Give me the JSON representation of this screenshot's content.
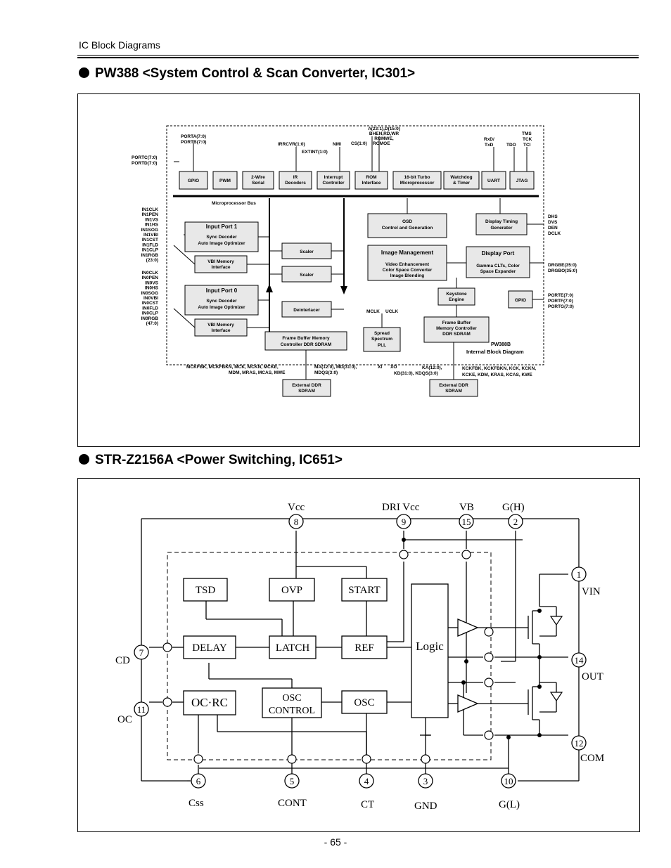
{
  "header": {
    "title": "IC Block Diagrams"
  },
  "section1": {
    "title": "PW388 <System Control & Scan Converter, IC301>",
    "blocks": {
      "gpio": "GPIO",
      "pwm": "PWM",
      "two_wire_1": "2-Wire",
      "two_wire_2": "Serial",
      "ir_1": "IR",
      "ir_2": "Decoders",
      "int_1": "Interrupt",
      "int_2": "Controller",
      "rom_1": "ROM",
      "rom_2": "Interface",
      "micro_1": "16-bit Turbo",
      "micro_2": "Microprocessor",
      "wd_1": "Watchdog",
      "wd_2": "& Timer",
      "uart": "UART",
      "jtag": "JTAG",
      "mbus": "Microprocessor Bus",
      "in1_1": "Input  Port 1",
      "in1_2": "Sync Decoder",
      "in1_3": "Auto Image Optimizer",
      "vbi1_1": "VBI Memory",
      "vbi1_2": "Interface",
      "in0_1": "Input Port 0",
      "in0_2": "Sync Decoder",
      "in0_3": "Auto Image Optimizer",
      "vbi0_1": "VBI Memory",
      "vbi0_2": "Interface",
      "scaler1": "Scaler",
      "scaler2": "Scaler",
      "deint": "Deinterlacer",
      "fbm1_1": "Frame Buffer Memory",
      "fbm1_2": "Controller DDR SDRAM",
      "osd_1": "OSD",
      "osd_2": "Control and Generation",
      "dtg_1": "Display Timing",
      "dtg_2": "Generator",
      "img_1": "Image Management",
      "img_2": "Video Enhancement",
      "img_3": "Color Space Converter",
      "img_4": "Image Blending",
      "dp_1": "Display Port",
      "dp_2": "Gamma CLTs, Color",
      "dp_3": "Space Expander",
      "ks_1": "Keystone",
      "ks_2": "Engine",
      "gpio2": "GPIO",
      "ss_1": "Spread",
      "ss_2": "Spectrum",
      "ss_3": "PLL",
      "fbm2_1": "Frame Buffer",
      "fbm2_2": "Memory Controller",
      "fbm2_3": "DDR SDRAM",
      "ext1_1": "External DDR",
      "ext1_2": "SDRAM",
      "ext2_1": "External DDR",
      "ext2_2": "SDRAM",
      "chip_1": "PW388B",
      "chip_2": "Internal Block Diagram"
    },
    "signals": {
      "porta": "PORTA(7:0)",
      "portb": "PORTB(7:0)",
      "portc": "PORTC(7:0)",
      "portd": "PORTD(7:0)",
      "irrcvr": "IRRCVR(1:0)",
      "nmi": "NMI",
      "extint": "EXTINT(1:0)",
      "addr_1": "A(23:1),D(15:0)",
      "addr_2": "BHEN,RD,WR",
      "addr_3": "ROMWE,",
      "cs": "CS(1:0)",
      "romoe": "ROMOE",
      "rxd": "RxD/",
      "txd": "TxD",
      "tdo": "TDO",
      "tms": "TMS",
      "tck": "TCK",
      "tci": "TCI",
      "in1": [
        "IN1CLK",
        "IN1PEN",
        "IN1VS",
        "IN1HS",
        "IN1SOG",
        "IN1VBI",
        "IN1CST",
        "IN1FLD",
        "IN1CLP",
        "IN1RGB",
        "(23:0)"
      ],
      "in0": [
        "IN0CLK",
        "IN0PEN",
        "IN0VS",
        "IN0HS",
        "IN0SOG",
        "IN0VBI",
        "IN0CST",
        "IN0FLD",
        "IN0CLP",
        "IN0RGB",
        "(47:0)"
      ],
      "right1": [
        "DHS",
        "DVS",
        "DEN",
        "DCLK"
      ],
      "right2": [
        "DRGBE(35:0)",
        "DRGBO(35:0)"
      ],
      "right3": [
        "PORTE(7:0)",
        "PORTF(7:0)",
        "PORTG(7:0)"
      ],
      "mclk": "MCLK",
      "uclk": "UCLK",
      "bot_l1": "MCKFBK, MCKFBKN, MCK, MCKN, MCKE,",
      "bot_l2": "MDM, MRAS, MCAS, MWE",
      "bot_m1": "MA(12:0), MD(31:0),",
      "bot_m2": "MDQS(3:0)",
      "xi": "XI",
      "xo": "XO",
      "bot_k1": "KA(12:0),",
      "bot_k2": "KD(31:0), KDQS(3:0)",
      "bot_r1": "KCKFBK, KCKFBKN, KCK, KCKN,",
      "bot_r2": "KCKE, KDM, KRAS,  KCAS, KWE"
    }
  },
  "section2": {
    "title": "STR-Z2156A <Power Switching, IC651>",
    "blocks": {
      "tsd": "TSD",
      "ovp": "OVP",
      "start": "START",
      "delay": "DELAY",
      "latch": "LATCH",
      "ref": "REF",
      "logic": "Logic",
      "ocrc": "OC·RC",
      "osc_ctrl_1": "OSC",
      "osc_ctrl_2": "CONTROL",
      "osc": "OSC"
    },
    "pins": {
      "p8": "8",
      "p9": "9",
      "p15": "15",
      "p2": "2",
      "p1": "1",
      "p14": "14",
      "p12": "12",
      "p7": "7",
      "p11": "11",
      "p6": "6",
      "p5": "5",
      "p4": "4",
      "p3": "3",
      "p10": "10"
    },
    "pin_labels": {
      "vcc": "Vcc",
      "drivcc": "DRI Vcc",
      "vb": "VB",
      "gh": "G(H)",
      "vin": "VIN",
      "out": "OUT",
      "com": "COM",
      "cd": "CD",
      "oc": "OC",
      "css": "Css",
      "cont": "CONT",
      "ct": "CT",
      "gnd": "GND",
      "gl": "G(L)"
    }
  },
  "footer": {
    "page": "- 65 -"
  }
}
